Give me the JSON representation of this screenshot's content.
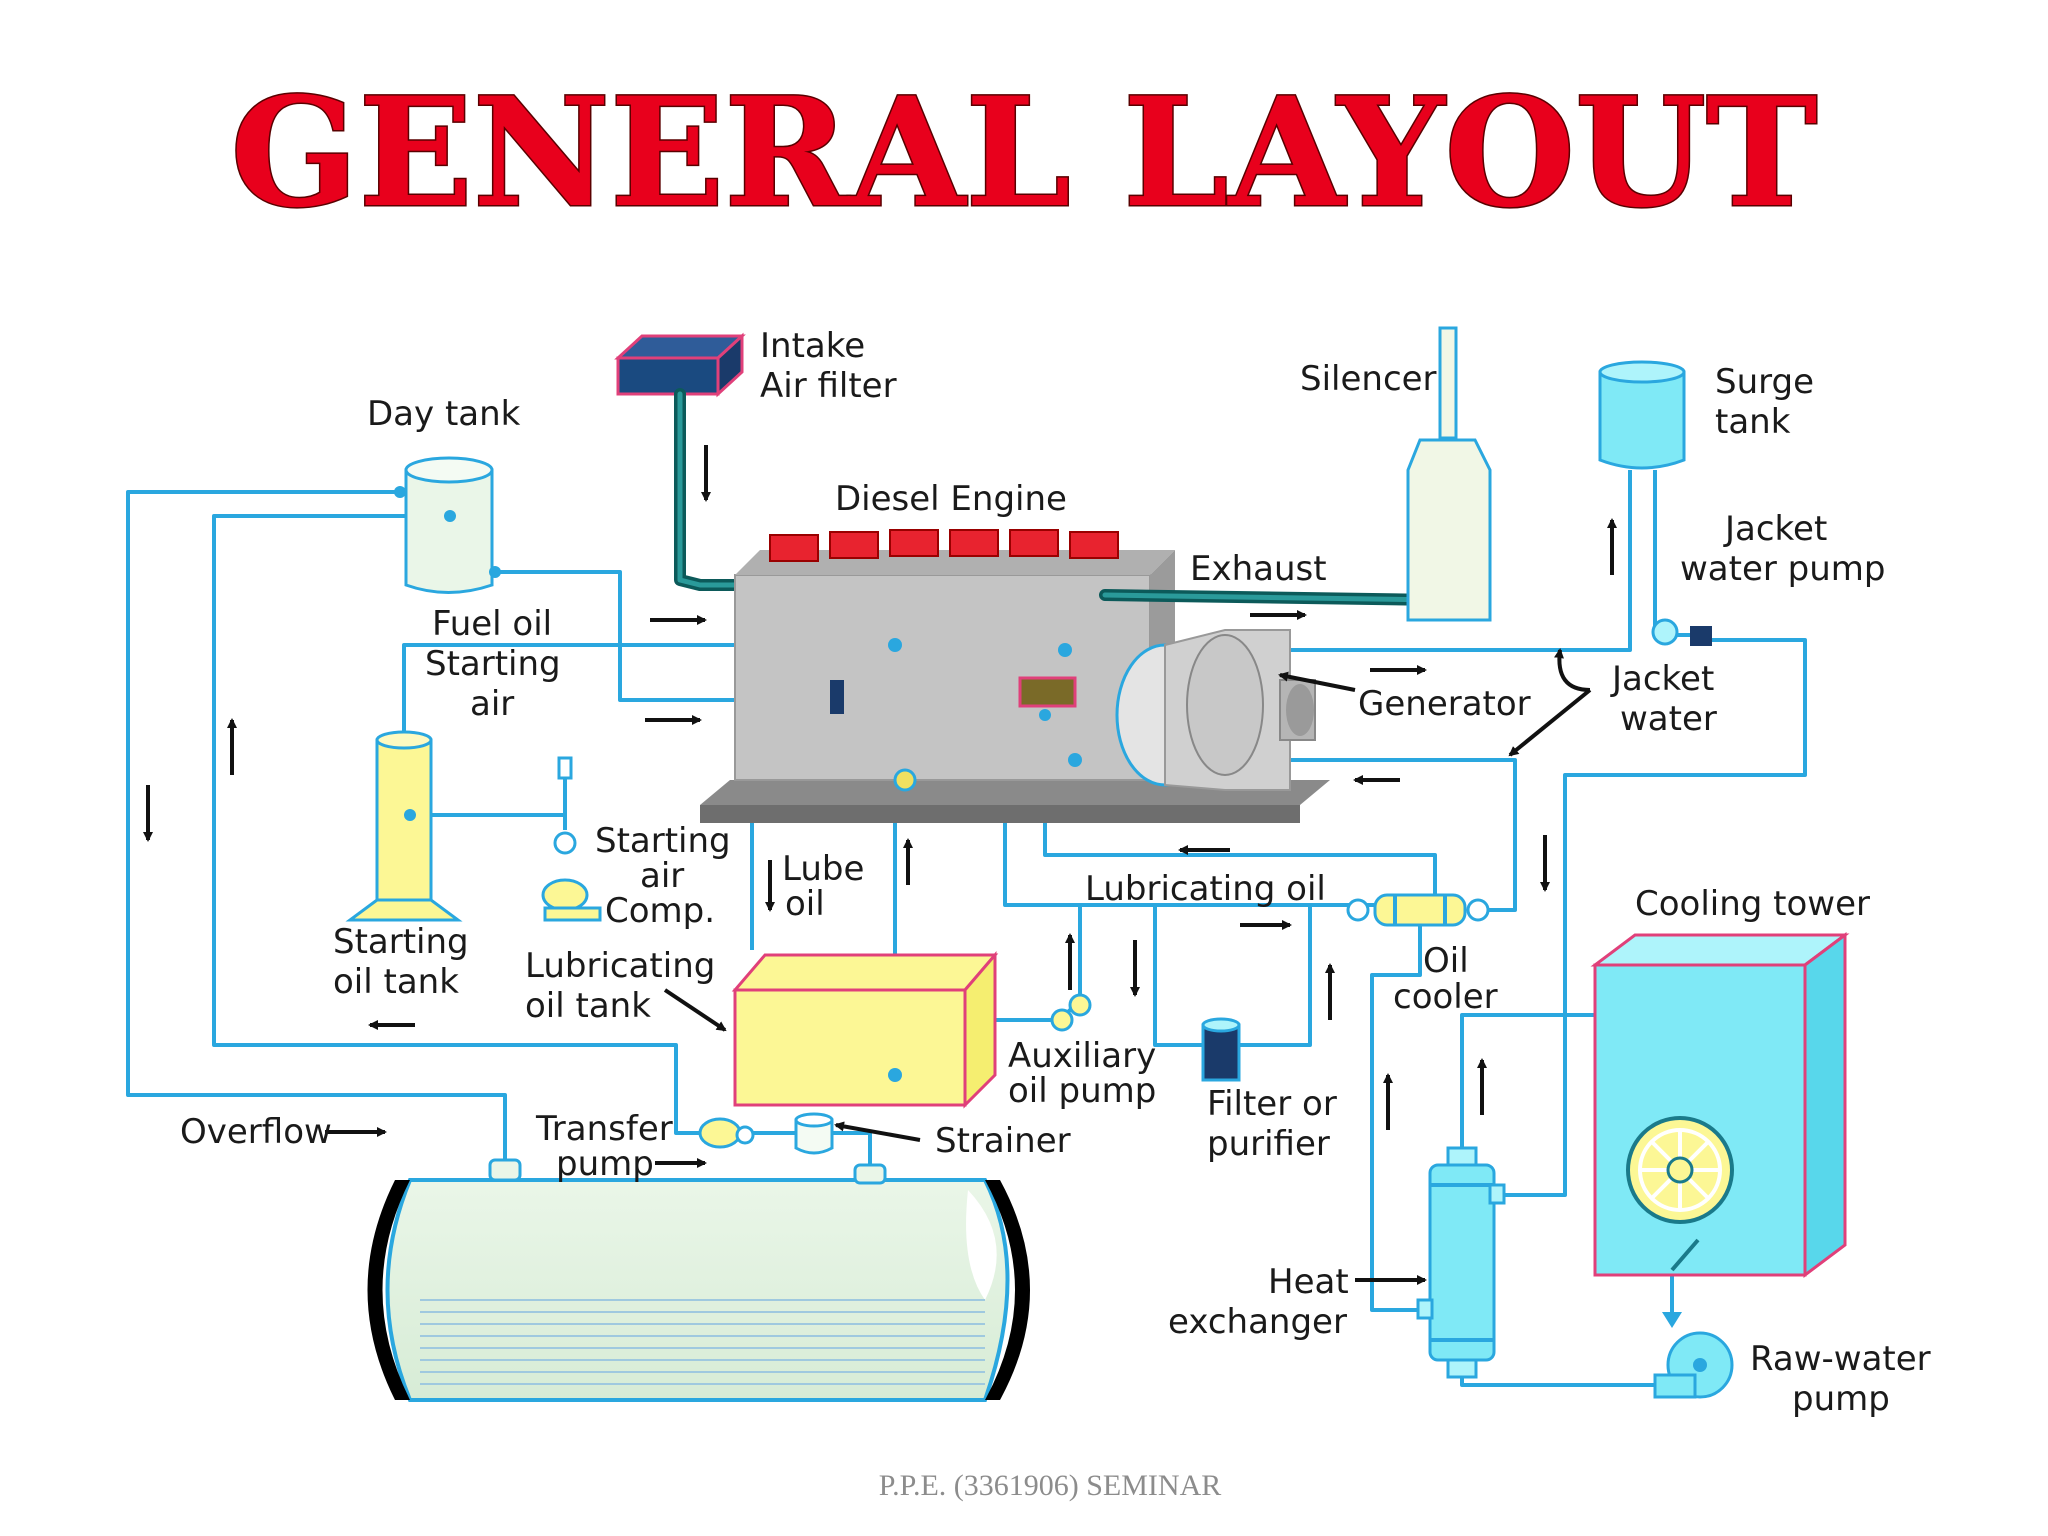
{
  "title": "GENERAL LAYOUT",
  "footer": "P.P.E. (3361906)   SEMINAR",
  "colors": {
    "title_red": "#e8001c",
    "pipe_blue": "#2aa7df",
    "engine_gray": "#c4c4c4",
    "tank_yellow": "#fcf795",
    "tower_cyan": "#7fe9f6",
    "tower_border": "#e0407a",
    "cylinder_red": "#e8232f"
  },
  "labels": {
    "intake_line1": "Intake",
    "intake_line2": "Air filter",
    "silencer": "Silencer",
    "surge_line1": "Surge",
    "surge_line2": "tank",
    "day_tank": "Day tank",
    "diesel_engine": "Diesel Engine",
    "exhaust": "Exhaust",
    "jacket_pump_line1": "Jacket",
    "jacket_pump_line2": "water pump",
    "fuel_oil": "Fuel oil",
    "starting_air_line1": "Starting",
    "starting_air_line2": "air",
    "generator": "Generator",
    "jacket_water_line1": "Jacket",
    "jacket_water_line2": "water",
    "starting_comp_line1": "Starting",
    "starting_comp_line2": "air",
    "starting_comp_line3": "Comp.",
    "lube_oil_line1": "Lube",
    "lube_oil_line2": "oil",
    "lubricating_oil": "Lubricating oil",
    "cooling_tower": "Cooling tower",
    "starting_oil_tank_line1": "Starting",
    "starting_oil_tank_line2": "oil tank",
    "lub_tank_line1": "Lubricating",
    "lub_tank_line2": "oil tank",
    "oil_cooler_line1": "Oil",
    "oil_cooler_line2": "cooler",
    "aux_pump_line1": "Auxiliary",
    "aux_pump_line2": "oil pump",
    "filter_line1": "Filter or",
    "filter_line2": "purifier",
    "overflow": "Overflow",
    "transfer_line1": "Transfer",
    "transfer_line2": "pump",
    "strainer": "Strainer",
    "heat_ex_line1": "Heat",
    "heat_ex_line2": "exchanger",
    "raw_pump_line1": "Raw-water",
    "raw_pump_line2": "pump"
  },
  "icons": {
    "engine": "diesel-engine-icon",
    "generator": "generator-icon",
    "fan": "cooling-fan-icon",
    "pump": "pump-icon"
  }
}
